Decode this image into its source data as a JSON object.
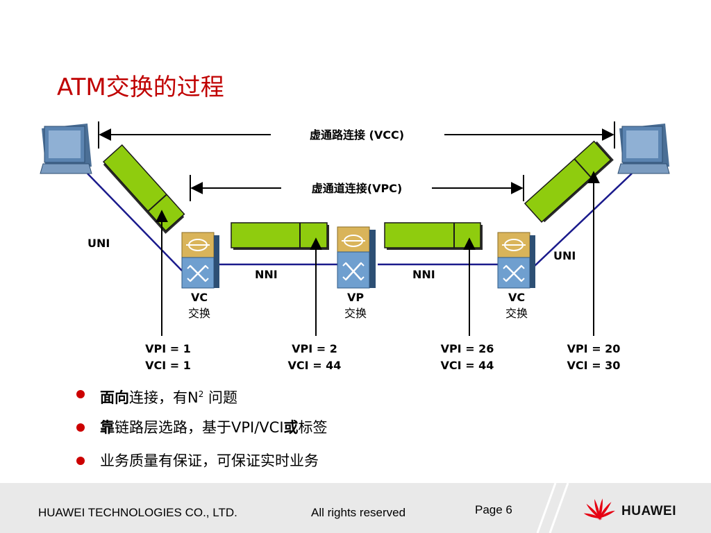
{
  "title": "ATM交换的过程",
  "diagram": {
    "vcc_label": "虚通路连接 (VCC)",
    "vpc_label": "虚通道连接(VPC)",
    "uni_left": "UNI",
    "uni_right": "UNI",
    "nni_left": "NNI",
    "nni_right": "NNI",
    "switches": [
      {
        "type": "VC",
        "name": "交换"
      },
      {
        "type": "VP",
        "name": "交换"
      },
      {
        "type": "VC",
        "name": "交换"
      }
    ],
    "labels": [
      {
        "vpi": "VPI = 1",
        "vci": "VCI = 1"
      },
      {
        "vpi": "VPI = 2",
        "vci": "VCI = 44"
      },
      {
        "vpi": "VPI = 26",
        "vci": "VCI = 44"
      },
      {
        "vpi": "VPI = 20",
        "vci": "VCI = 30"
      }
    ],
    "colors": {
      "cell_green": "#8fcc0e",
      "link_blue": "#1a1a8c",
      "switch_gold": "#d9b45a",
      "switch_blue": "#6f9fcf"
    }
  },
  "bullets": [
    {
      "bold": "面向",
      "text": "连接，有N",
      "sup": "2",
      "after": " 问题"
    },
    {
      "bold": "靠",
      "text": "链路层选路，基于VPI/VCI",
      "bold2": "或",
      "after": "标签"
    },
    {
      "text": "业务质量有保证，可保证实时业务"
    }
  ],
  "footer": {
    "company": "HUAWEI TECHNOLOGIES CO., LTD.",
    "rights": "All rights reserved",
    "page": "Page 6",
    "brand": "HUAWEI",
    "brand_color": "#e60012"
  }
}
